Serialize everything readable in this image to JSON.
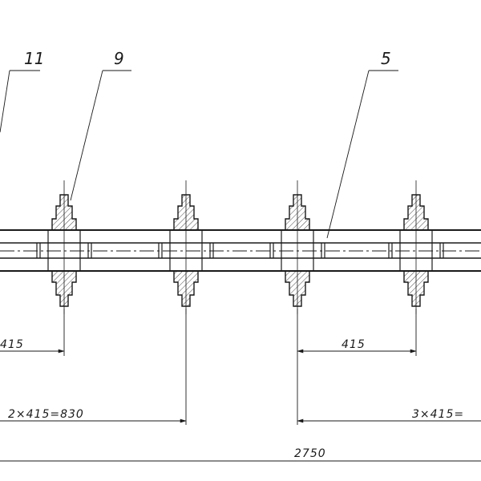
{
  "callouts": [
    {
      "id": "c11",
      "text": "11"
    },
    {
      "id": "c9",
      "text": "9"
    },
    {
      "id": "c5",
      "text": "5"
    }
  ],
  "dimensions": {
    "pitch_left": "415",
    "pitch_right": "415",
    "span_left": "2×415=830",
    "span_right": "3×415=",
    "overall": "2750"
  },
  "colors": {
    "line": "#1a1a1a",
    "background": "#ffffff"
  }
}
